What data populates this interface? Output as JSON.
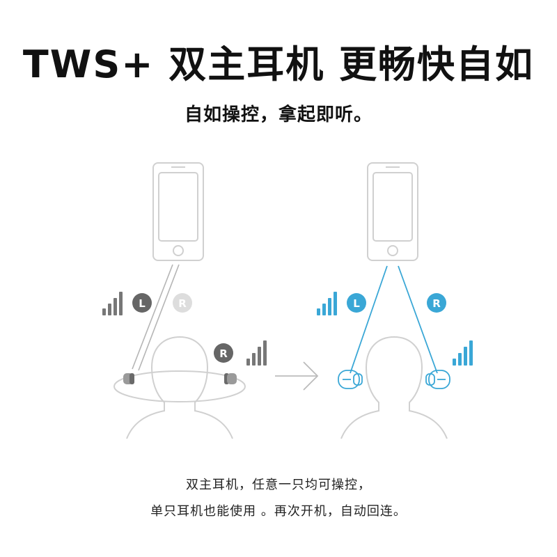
{
  "headline": "TWS+ 双主耳机  更畅快自如",
  "tagline": "自如操控，拿起即听。",
  "caption_line1": "双主耳机，任意一只均可操控，",
  "caption_line2": "单只耳机也能使用 。再次开机，自动回连。",
  "left_scene": {
    "left_badge": "L",
    "right_badge": "R"
  },
  "right_scene": {
    "left_badge": "L",
    "right_badge": "R"
  },
  "colors": {
    "accent_blue": "#3aa7d6",
    "gray_dark": "#666666",
    "gray_light": "#cccccc",
    "outline": "#d0d0d0"
  }
}
